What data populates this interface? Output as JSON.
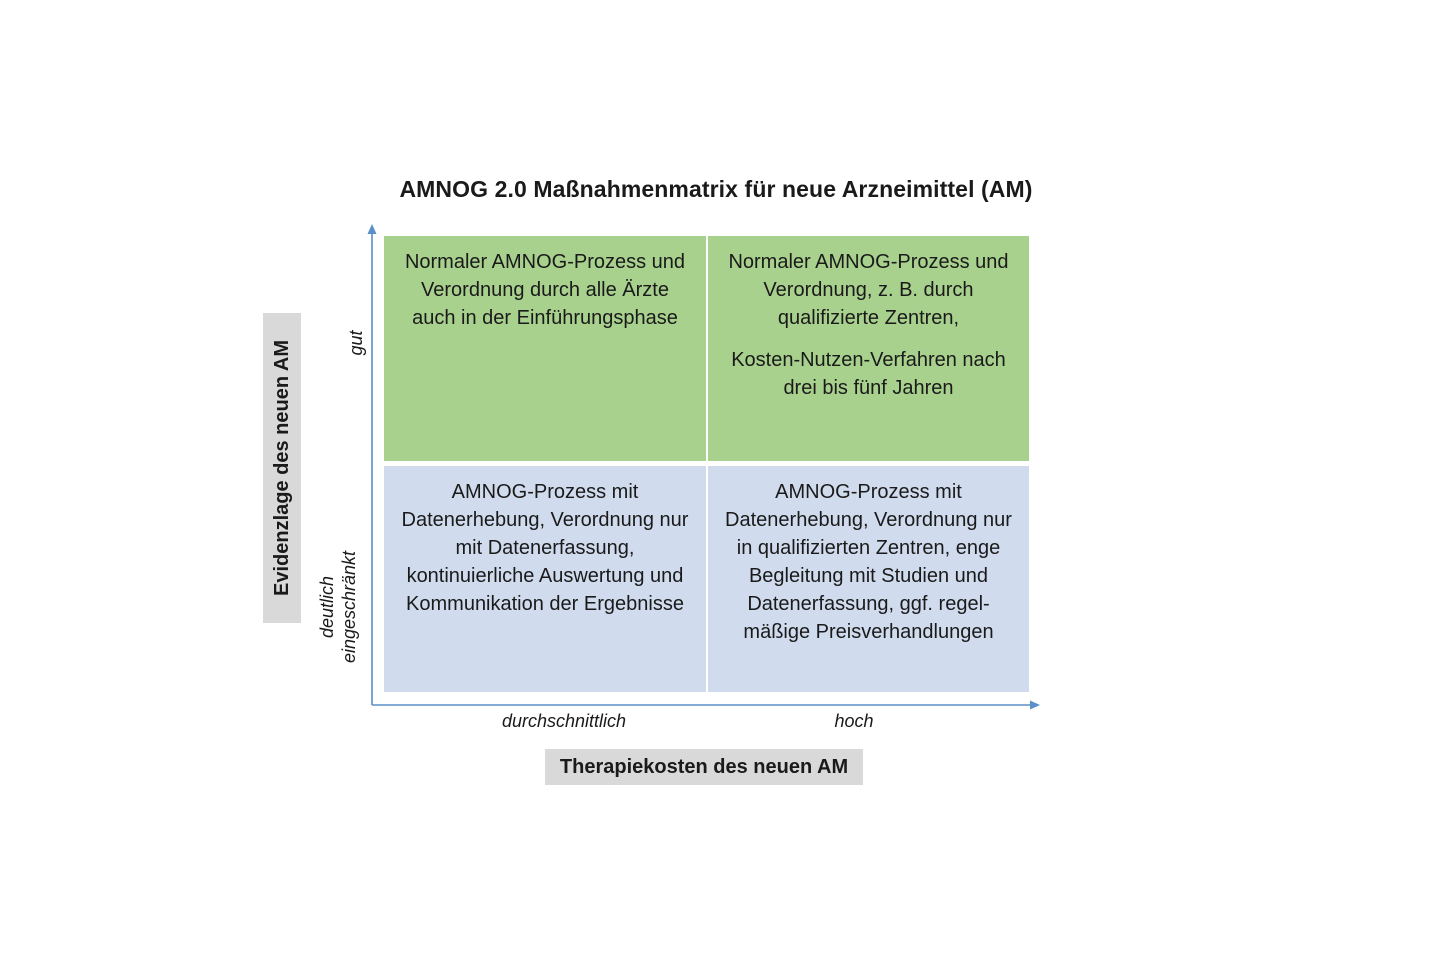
{
  "title": "AMNOG 2.0 Maßnahmenmatrix für neue Arzneimittel (AM)",
  "colors": {
    "good_evidence": "#a9d18e",
    "limited_evidence": "#d0dcee",
    "axis": "#5b8fc7",
    "axis_title_bg": "#d9d9d9"
  },
  "y_axis": {
    "title": "Evidenzlage des neuen AM",
    "tick_high": "gut",
    "tick_low_line1": "deutlich",
    "tick_low_line2": "eingeschränkt"
  },
  "x_axis": {
    "title": "Therapiekosten des neuen AM",
    "tick_low": "durchschnittlich",
    "tick_high": "hoch"
  },
  "cells": {
    "top_left": {
      "paragraph1": "Normaler AMNOG-Prozess und Verordnung durch alle Ärzte auch in der Einführungsphase"
    },
    "top_right": {
      "paragraph1": "Normaler AMNOG-Prozess und Verordnung, z. B.  durch qualifizierte Zentren,",
      "paragraph2": "Kosten-Nutzen-Verfahren nach drei bis fünf Jahren"
    },
    "bottom_left": {
      "paragraph1": "AMNOG-Prozess mit Datenerhebung, Verordnung nur mit Datenerfassung, kontinuierliche Auswertung und Kommunikation der Ergebnisse"
    },
    "bottom_right": {
      "paragraph1": "AMNOG-Prozess mit Datenerhebung, Verordnung nur in qualifizierten Zentren, enge Begleitung mit Studien und Datenerfassung, ggf. regel-mäßige Preisverhandlungen"
    }
  }
}
